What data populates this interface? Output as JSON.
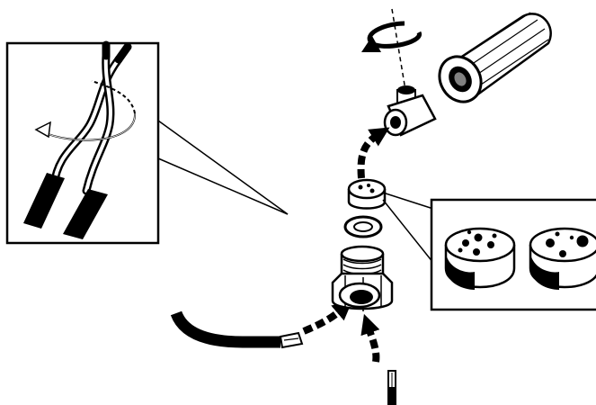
{
  "figure": {
    "type": "exploded-assembly-illustration",
    "colors": {
      "ink": "#000000",
      "paper": "#ffffff"
    },
    "inset_left": {
      "subject": "twisted-cable-pair-with-sleeves",
      "icons": [
        "twist-arrow-icon"
      ]
    },
    "inset_right": {
      "subject": "seal-insert-hole-variants",
      "variant_count": 2
    },
    "parts": [
      "coupling-nut",
      "clamp-body-with-screw",
      "seal-insert",
      "washer",
      "threaded-cable-gland",
      "cable-left",
      "cable-bottom"
    ],
    "arrows": [
      "rotation-arrow-icon",
      "assembly-arrow-icon",
      "assembly-arrow-icon",
      "assembly-arrow-icon"
    ]
  }
}
